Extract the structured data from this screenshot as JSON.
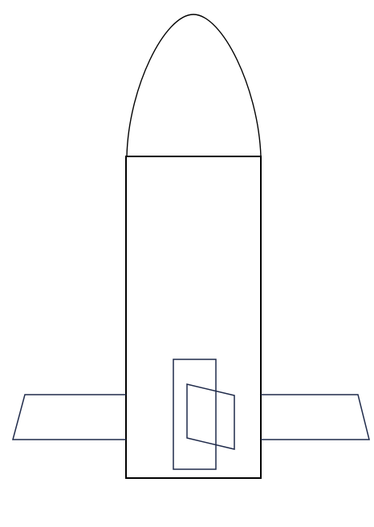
{
  "diagram": {
    "colors": {
      "background": "#ffffff",
      "outline": "#000000",
      "accent": "#1f2a4a"
    },
    "parts": [
      "nose-dome",
      "body-rectangle",
      "left-wing",
      "right-wing",
      "door-frame",
      "door-panel"
    ]
  }
}
